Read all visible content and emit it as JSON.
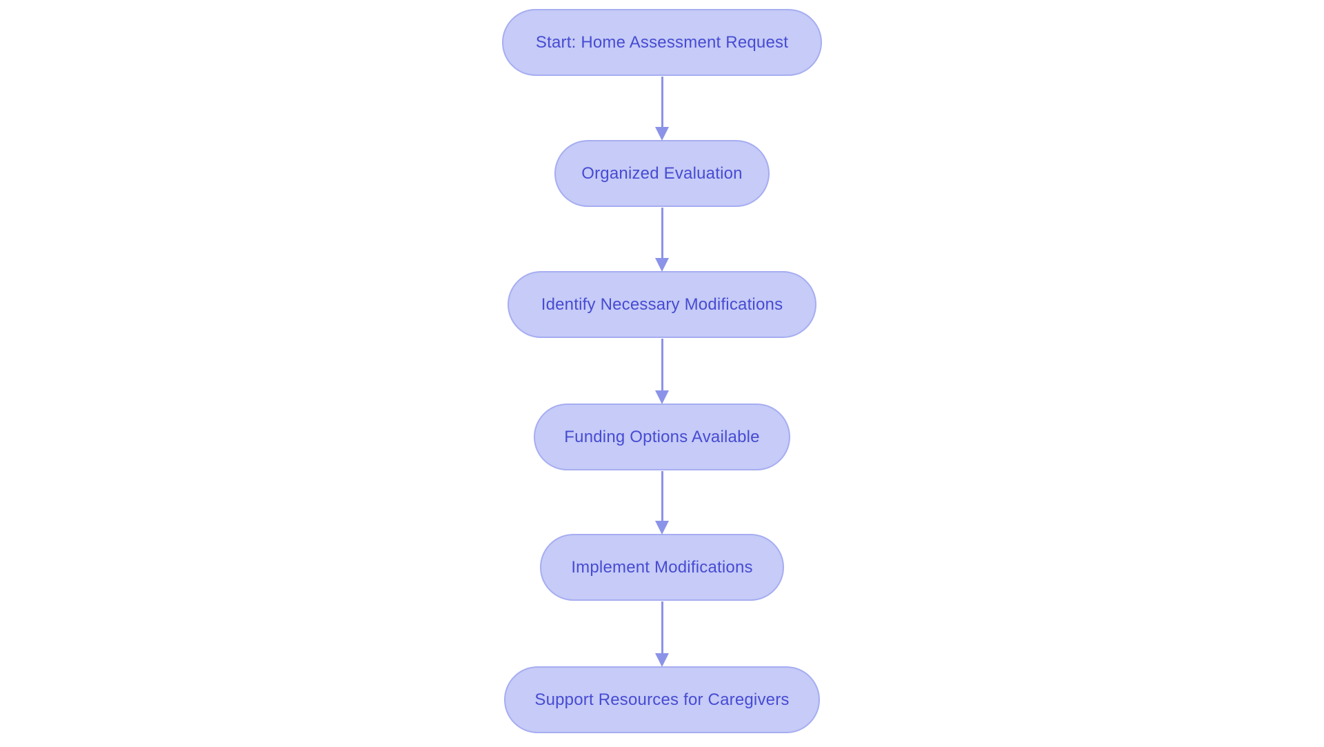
{
  "diagram": {
    "type": "flowchart",
    "direction": "top-down",
    "background": "#ffffff",
    "colors": {
      "node_fill": "#c6cbf7",
      "node_border": "#a6adf1",
      "node_text": "#474bd2",
      "arrow": "#8b93e8"
    },
    "nodes": [
      {
        "id": "start",
        "label": "Start: Home Assessment Request"
      },
      {
        "id": "evaluation",
        "label": "Organized Evaluation"
      },
      {
        "id": "identify",
        "label": "Identify Necessary Modifications"
      },
      {
        "id": "funding",
        "label": "Funding Options Available"
      },
      {
        "id": "implement",
        "label": "Implement Modifications"
      },
      {
        "id": "support",
        "label": "Support Resources for Caregivers"
      }
    ],
    "edges": [
      {
        "from": "start",
        "to": "evaluation"
      },
      {
        "from": "evaluation",
        "to": "identify"
      },
      {
        "from": "identify",
        "to": "funding"
      },
      {
        "from": "funding",
        "to": "implement"
      },
      {
        "from": "implement",
        "to": "support"
      }
    ]
  }
}
